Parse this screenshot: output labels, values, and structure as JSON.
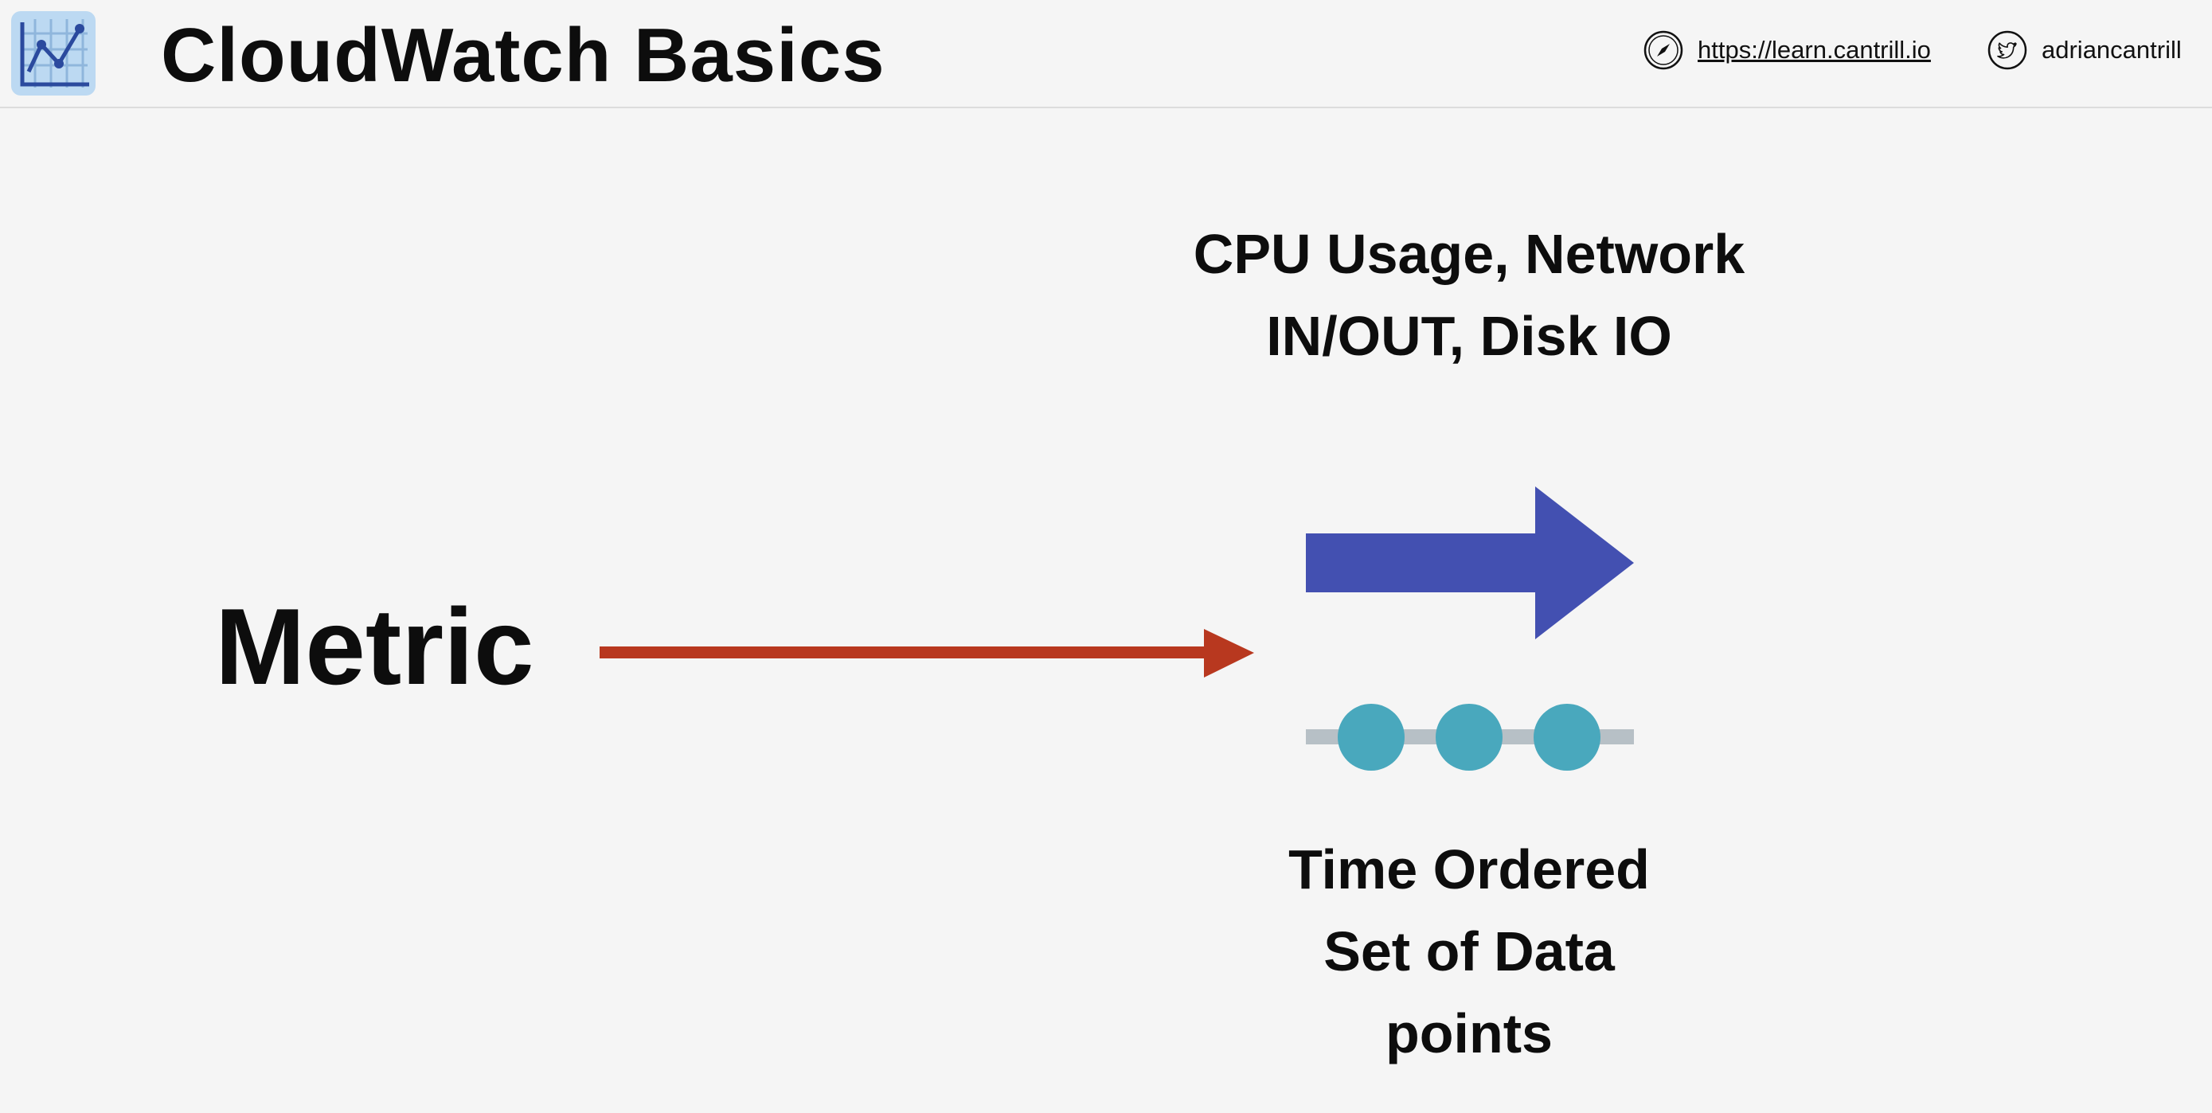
{
  "header": {
    "title": "CloudWatch Basics",
    "logo_icon": "line-chart-icon",
    "website": {
      "icon": "compass-icon",
      "text": "https://learn.cantrill.io"
    },
    "twitter": {
      "icon": "twitter-bird-icon",
      "text": "adriancantrill"
    }
  },
  "diagram": {
    "metric_label": "Metric",
    "metrics_examples_label": "CPU Usage, Network\nIN/OUT, Disk IO",
    "time_series_label": "Time Ordered\nSet of Data\npoints",
    "colors": {
      "red_arrow": "#b8381f",
      "blue_arrow": "#4350b1",
      "dot": "#49a8bd",
      "timeline": "#b7c0c6",
      "background": "#f5f5f5"
    }
  }
}
